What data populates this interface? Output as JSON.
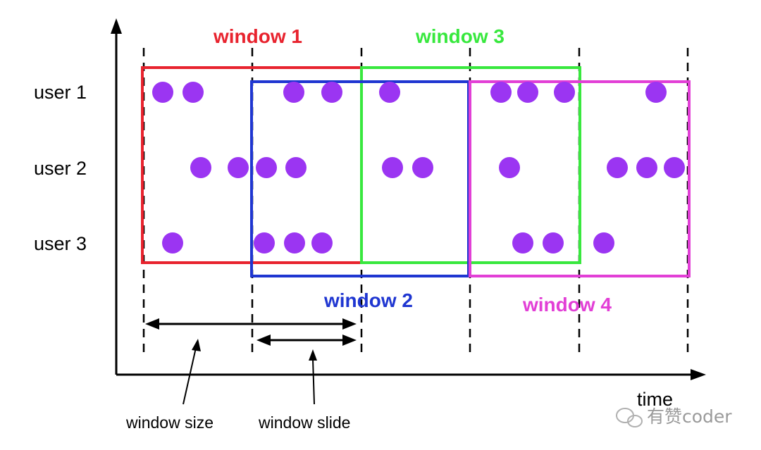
{
  "users": [
    "user 1",
    "user 2",
    "user 3"
  ],
  "windows": [
    {
      "label": "window 1",
      "color": "#e8232e"
    },
    {
      "label": "window 2",
      "color": "#1f36d1"
    },
    {
      "label": "window 3",
      "color": "#38e83e"
    },
    {
      "label": "window 4",
      "color": "#e23fd6"
    }
  ],
  "event_color": "#9b35f2",
  "axis": {
    "x_label": "time"
  },
  "annotations": {
    "window_size": "window size",
    "window_slide": "window slide"
  },
  "watermark": {
    "text": "有赞coder",
    "icon": "wechat-icon"
  }
}
